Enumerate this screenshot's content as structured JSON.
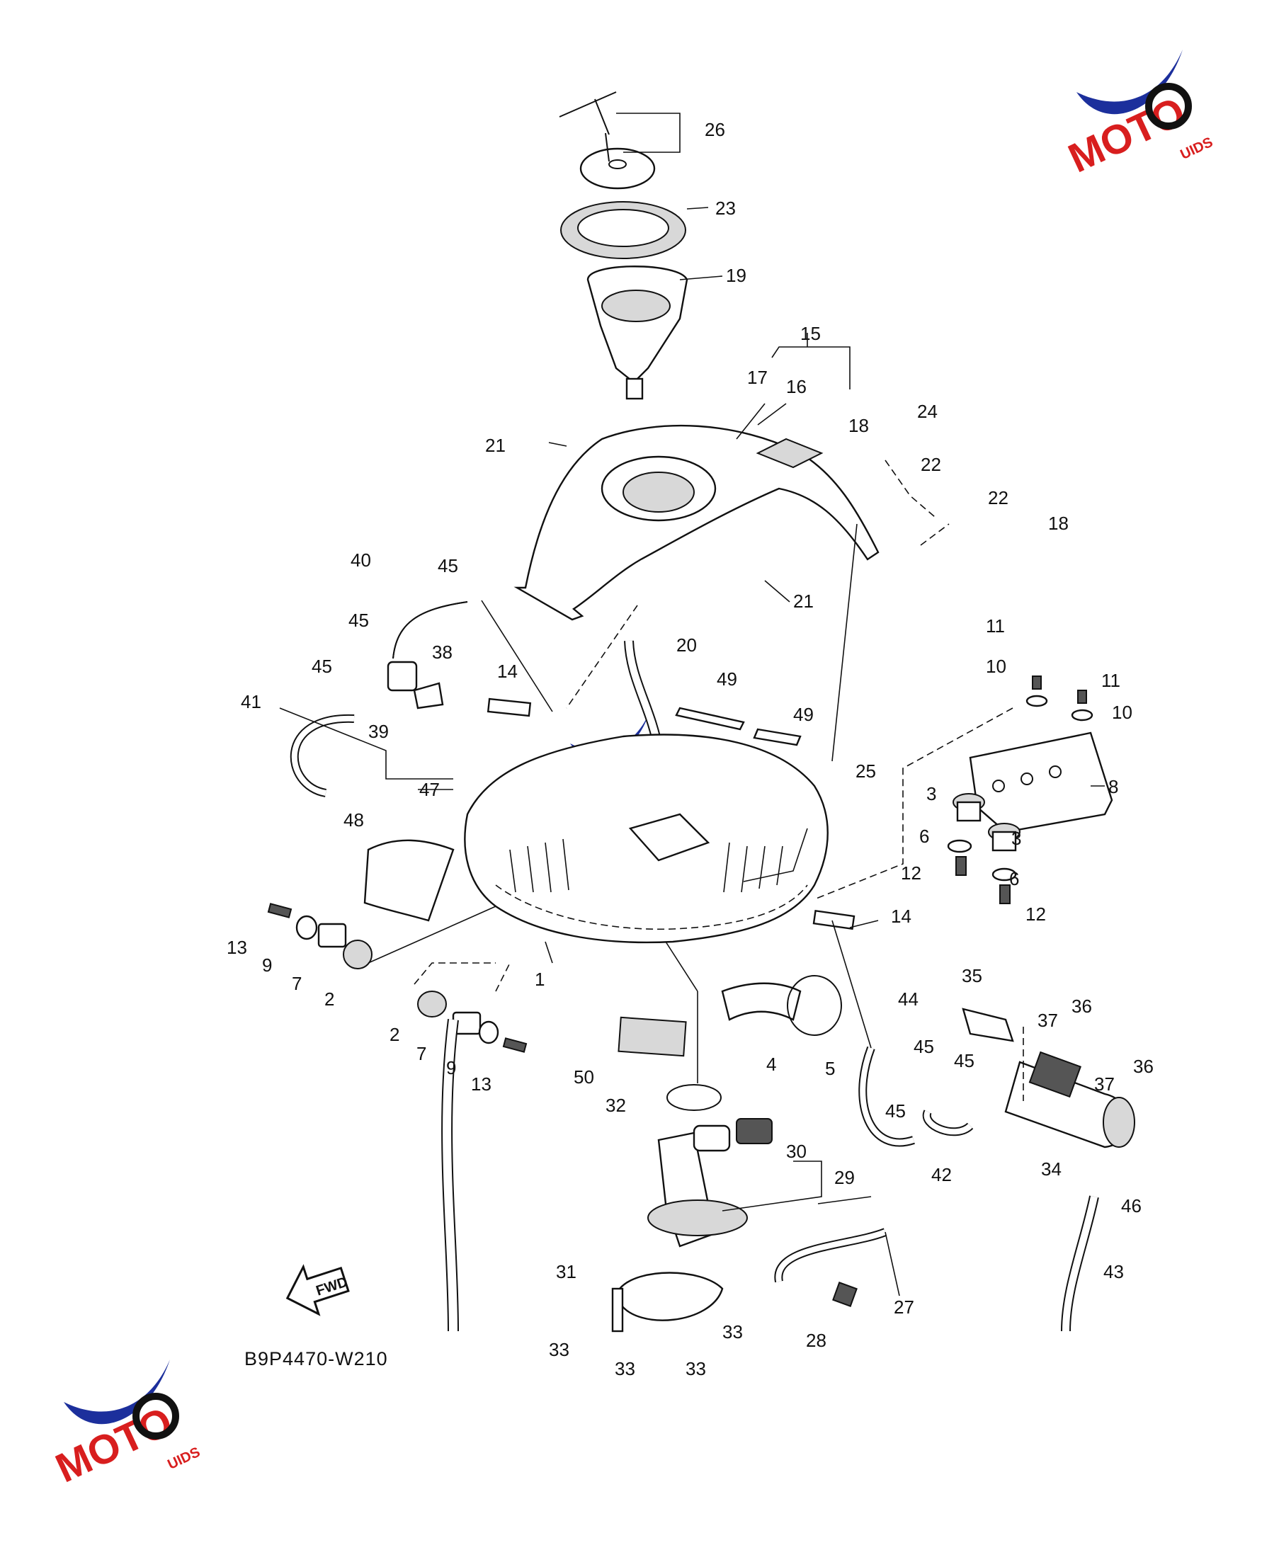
{
  "diagram_code": "B9P4470-W210",
  "fwd_label": "FWD",
  "logo": {
    "brand_text": "MOTO",
    "suffix_text": "UIDS",
    "colors": {
      "swoosh": "#1c2f9c",
      "letters": "#d81e1e",
      "gear": "#111111"
    }
  },
  "callouts": [
    "26",
    "23",
    "19",
    "15",
    "17",
    "16",
    "21",
    "18",
    "24",
    "22",
    "22",
    "18",
    "21",
    "40",
    "45",
    "45",
    "38",
    "45",
    "41",
    "39",
    "20",
    "14",
    "49",
    "49",
    "11",
    "10",
    "11",
    "10",
    "8",
    "47",
    "48",
    "25",
    "3",
    "6",
    "3",
    "12",
    "6",
    "12",
    "13",
    "9",
    "7",
    "2",
    "1",
    "14",
    "35",
    "44",
    "37",
    "36",
    "2",
    "7",
    "9",
    "13",
    "50",
    "4",
    "5",
    "45",
    "45",
    "37",
    "36",
    "32",
    "45",
    "42",
    "34",
    "30",
    "29",
    "46",
    "43",
    "31",
    "27",
    "33",
    "33",
    "28",
    "33",
    "33"
  ]
}
